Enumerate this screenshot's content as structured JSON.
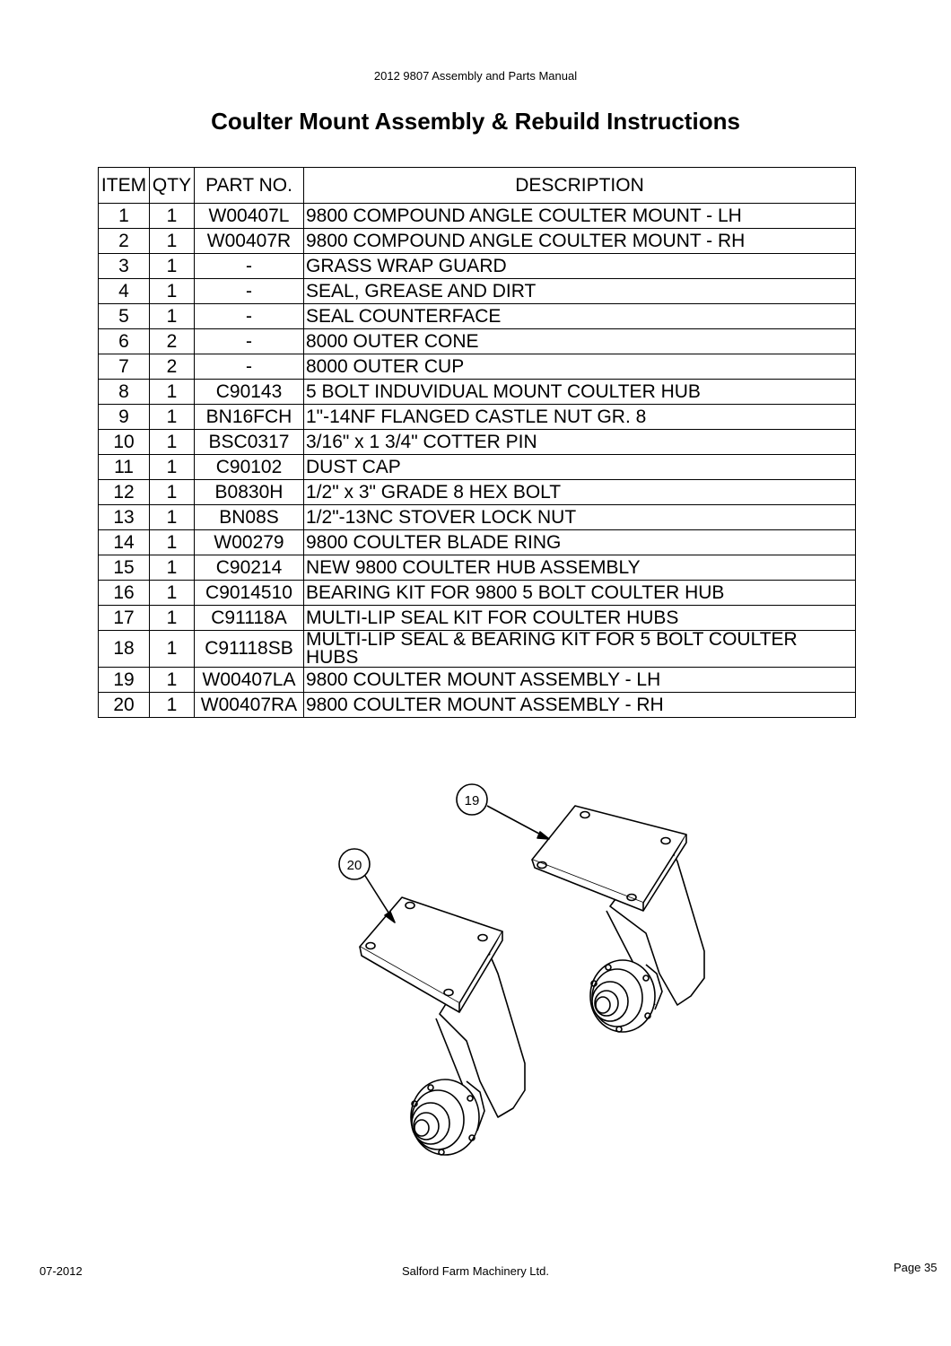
{
  "header": {
    "manual_title": "2012 9807 Assembly and Parts Manual",
    "page_title": "Coulter Mount Assembly & Rebuild Instructions"
  },
  "table": {
    "columns": [
      "ITEM",
      "QTY",
      "PART NO.",
      "DESCRIPTION"
    ],
    "rows": [
      {
        "item": "1",
        "qty": "1",
        "part": "W00407L",
        "desc": "9800 COMPOUND ANGLE COULTER MOUNT - LH"
      },
      {
        "item": "2",
        "qty": "1",
        "part": "W00407R",
        "desc": "9800 COMPOUND ANGLE COULTER MOUNT - RH"
      },
      {
        "item": "3",
        "qty": "1",
        "part": "-",
        "desc": "GRASS WRAP GUARD"
      },
      {
        "item": "4",
        "qty": "1",
        "part": "-",
        "desc": "SEAL, GREASE AND DIRT"
      },
      {
        "item": "5",
        "qty": "1",
        "part": "-",
        "desc": "SEAL COUNTERFACE"
      },
      {
        "item": "6",
        "qty": "2",
        "part": "-",
        "desc": "8000 OUTER CONE"
      },
      {
        "item": "7",
        "qty": "2",
        "part": "-",
        "desc": "8000 OUTER CUP"
      },
      {
        "item": "8",
        "qty": "1",
        "part": "C90143",
        "desc": "5 BOLT INDUVIDUAL MOUNT COULTER HUB"
      },
      {
        "item": "9",
        "qty": "1",
        "part": "BN16FCH",
        "desc": "1\"-14NF FLANGED CASTLE NUT GR. 8"
      },
      {
        "item": "10",
        "qty": "1",
        "part": "BSC0317",
        "desc": "3/16\" x 1 3/4\" COTTER PIN"
      },
      {
        "item": "11",
        "qty": "1",
        "part": "C90102",
        "desc": "DUST CAP"
      },
      {
        "item": "12",
        "qty": "1",
        "part": "B0830H",
        "desc": "1/2\" x 3\" GRADE 8 HEX BOLT"
      },
      {
        "item": "13",
        "qty": "1",
        "part": "BN08S",
        "desc": "1/2\"-13NC STOVER LOCK NUT"
      },
      {
        "item": "14",
        "qty": "1",
        "part": "W00279",
        "desc": "9800 COULTER BLADE RING"
      },
      {
        "item": "15",
        "qty": "1",
        "part": "C90214",
        "desc": "NEW 9800 COULTER HUB ASSEMBLY"
      },
      {
        "item": "16",
        "qty": "1",
        "part": "C9014510",
        "desc": "BEARING KIT FOR 9800 5 BOLT COULTER HUB"
      },
      {
        "item": "17",
        "qty": "1",
        "part": "C91118A",
        "desc": "MULTI-LIP SEAL KIT FOR COULTER HUBS"
      },
      {
        "item": "18",
        "qty": "1",
        "part": "C91118SB",
        "desc": "MULTI-LIP SEAL & BEARING KIT FOR 5 BOLT COULTER HUBS"
      },
      {
        "item": "19",
        "qty": "1",
        "part": "W00407LA",
        "desc": "9800 COULTER MOUNT ASSEMBLY - LH"
      },
      {
        "item": "20",
        "qty": "1",
        "part": "W00407RA",
        "desc": "9800 COULTER MOUNT ASSEMBLY - RH"
      }
    ]
  },
  "diagram": {
    "callouts": [
      "19",
      "20"
    ]
  },
  "footer": {
    "date": "07-2012",
    "company": "Salford Farm Machinery Ltd.",
    "page": "Page 35"
  }
}
